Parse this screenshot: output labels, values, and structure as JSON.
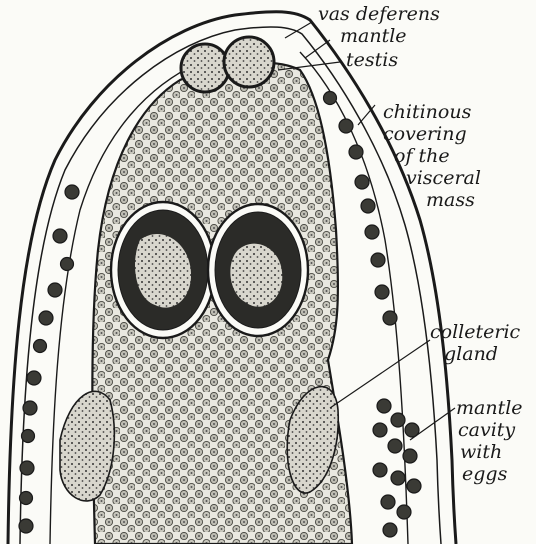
{
  "labels": {
    "vas_deferens": "vas deferens",
    "mantle_top": "mantle",
    "testis": "testis",
    "chitinous_1": "chitinous",
    "chitinous_2": "covering",
    "chitinous_3": "of the",
    "chitinous_4": "visceral",
    "chitinous_5": "mass",
    "colleteric_1": "colleteric",
    "colleteric_2": "gland",
    "mantle_cavity_1": "mantle",
    "mantle_cavity_2": "cavity",
    "mantle_cavity_3": "with",
    "mantle_cavity_4": "eggs"
  },
  "colors": {
    "ink": "#1a1a1a",
    "paper": "#fbfbf7"
  }
}
